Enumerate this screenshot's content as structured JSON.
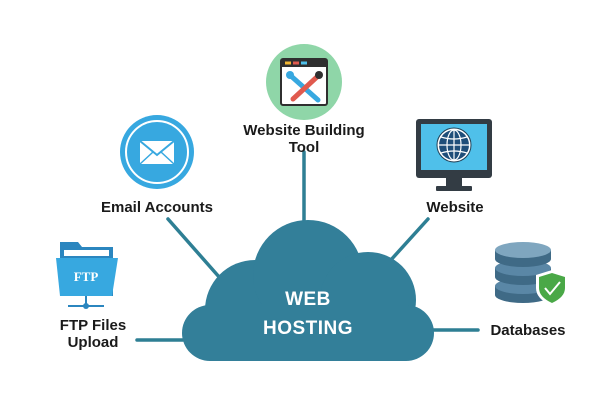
{
  "center": {
    "line1": "WEB",
    "line2": "HOSTING"
  },
  "nodes": {
    "website_builder": {
      "line1": "Website Building",
      "line2": "Tool"
    },
    "email": {
      "label": "Email Accounts"
    },
    "website": {
      "label": "Website"
    },
    "ftp": {
      "line1": "FTP Files",
      "line2": "Upload",
      "icon_text": "FTP"
    },
    "databases": {
      "label": "Databases"
    }
  },
  "colors": {
    "cloud": "#337f99",
    "connector": "#2e7f94",
    "tool_circle": "#8fd6a8",
    "email_circle": "#37a8e0",
    "monitor_screen": "#4fc0ea",
    "ftp_folder": "#2f9ed8",
    "db_cylinder": "#3f6a86",
    "shield": "#4aa847"
  }
}
